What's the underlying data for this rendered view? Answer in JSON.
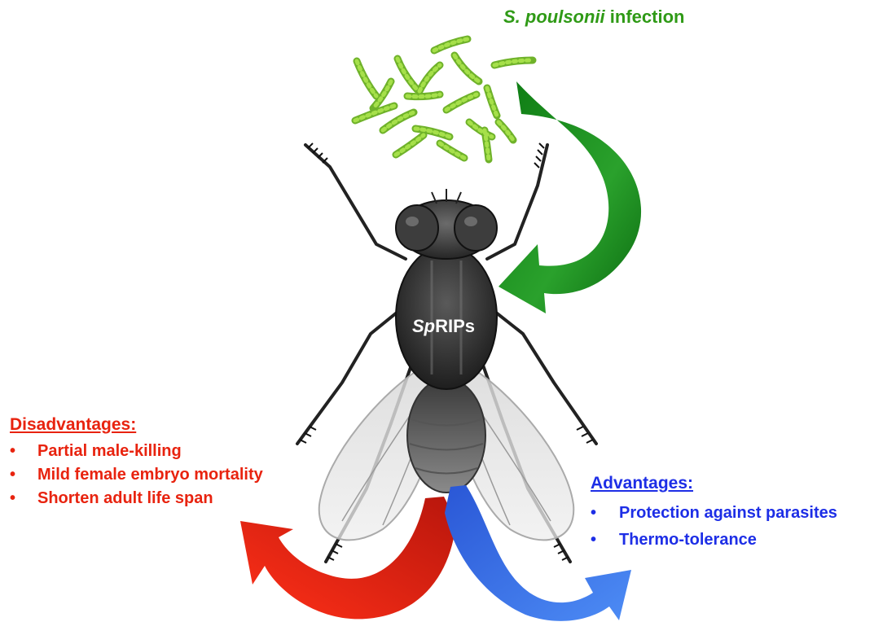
{
  "title": {
    "organism": "S. poulsonii",
    "text": "infection"
  },
  "center_label": {
    "italic": "Sp",
    "text": "RIPs"
  },
  "disadvantages": {
    "heading": "Disadvantages:",
    "items": [
      "Partial male-killing",
      "Mild female embryo mortality",
      "Shorten adult life span"
    ]
  },
  "advantages": {
    "heading": "Advantages:",
    "items": [
      "Protection against parasites",
      "Thermo-tolerance"
    ]
  },
  "bullet": "•",
  "colors": {
    "infection": "#2f9a16",
    "disadvantage": "#e8230f",
    "advantage": "#1d2ee6",
    "bacteria": "#8fd13a"
  },
  "icons": [
    "bacteria-cluster-icon",
    "fly-icon",
    "curved-arrow-icon"
  ]
}
